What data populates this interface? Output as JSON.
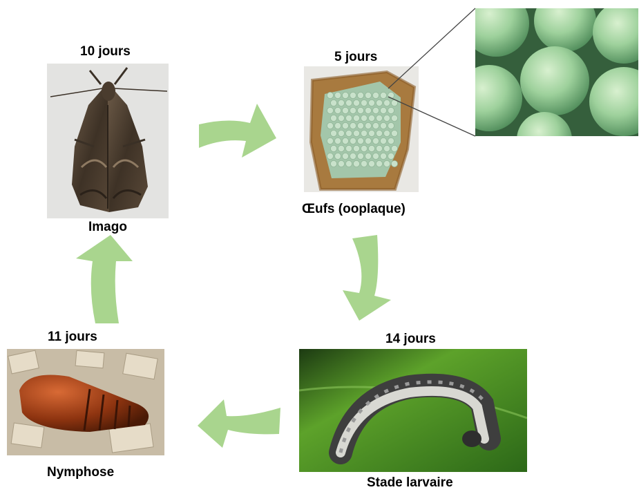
{
  "stages": {
    "imago": {
      "duration": "10 jours",
      "name": "Imago"
    },
    "oeufs": {
      "duration": "5 jours",
      "name": "Œufs (ooplaque)"
    },
    "larve": {
      "duration": "14 jours",
      "name": "Stade larvaire"
    },
    "nymphose": {
      "duration": "11 jours",
      "name": "Nymphose"
    }
  },
  "colors": {
    "arrow": "#a9d58e",
    "background": "#ffffff"
  },
  "icons": [
    "moth-photo",
    "egg-mass-photo",
    "egg-closeup-photo",
    "caterpillar-photo",
    "pupa-photo"
  ]
}
